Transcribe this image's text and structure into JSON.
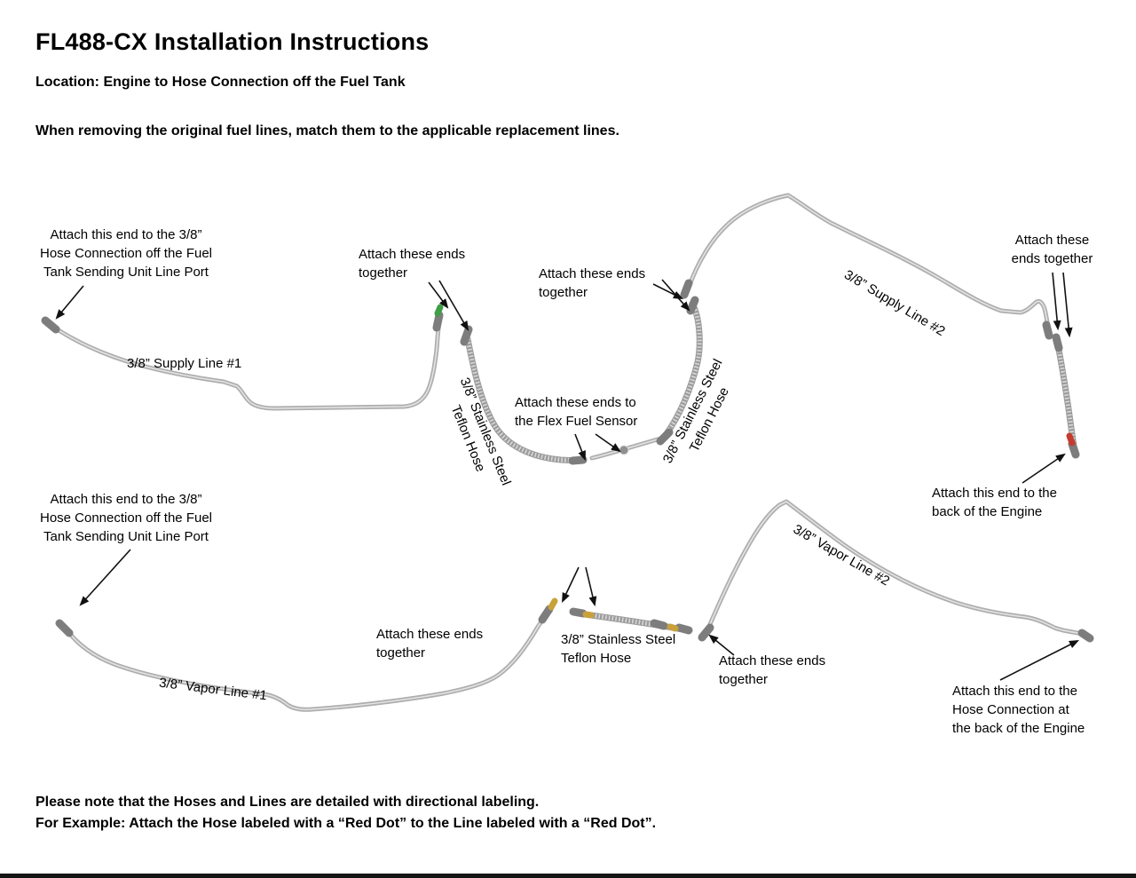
{
  "header": {
    "title": "FL488-CX Installation Instructions",
    "location": "Location: Engine to Hose Connection off the Fuel Tank",
    "instruction": "When removing the original fuel lines, match them to the applicable replacement lines."
  },
  "labels": {
    "tank_connection_supply": "Attach this end to the 3/8”\nHose Connection off the Fuel\nTank Sending Unit Line Port",
    "supply_line_1": "3/8” Supply Line #1",
    "attach_together_top_left": "Attach these ends\ntogether",
    "attach_together_mid": "Attach these ends\ntogether",
    "teflon_hose_1": "3/8” Stainless Steel\nTeflon Hose",
    "flex_fuel_sensor": "Attach these ends to\nthe Flex Fuel Sensor",
    "teflon_hose_2": "3/8” Stainless Steel\nTeflon Hose",
    "supply_line_2": "3/8” Supply Line #2",
    "attach_together_top_right": "Attach these\nends together",
    "engine_back": "Attach this end to the\nback of the Engine",
    "tank_connection_vapor": "Attach this end to the 3/8”\nHose Connection off the Fuel\nTank Sending Unit Line Port",
    "vapor_line_1": "3/8” Vapor Line #1",
    "attach_together_lower_mid": "Attach these ends\ntogether",
    "teflon_hose_3": "3/8” Stainless Steel\nTeflon Hose",
    "attach_together_lower_right": "Attach these ends\ntogether",
    "vapor_line_2": "3/8” Vapor Line #2",
    "engine_hose_connection": "Attach this end to the\nHose Connection at\nthe back of the Engine"
  },
  "footer": {
    "note1": "Please note that the Hoses and Lines are detailed with directional labeling.",
    "note2": "For Example: Attach the Hose labeled with a “Red Dot” to the Line labeled with a “Red Dot”."
  },
  "colors": {
    "band_green": "#3f9e46",
    "band_red": "#c63b2f",
    "band_gold": "#c9a13b",
    "arrow": "#111111"
  }
}
